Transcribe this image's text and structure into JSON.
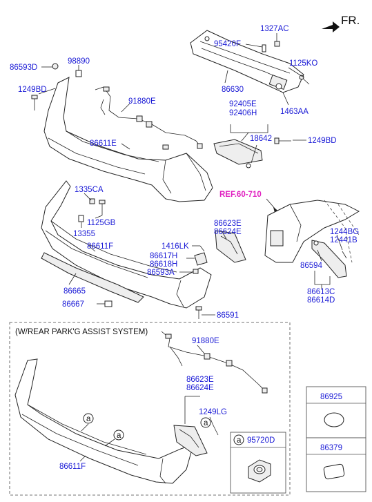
{
  "direction": {
    "label": "FR."
  },
  "section": {
    "caption": "(W/REAR PARK'G ASSIST SYSTEM)"
  },
  "ref": {
    "label": "REF.60-710"
  },
  "legend": {
    "a_symbol": "a",
    "a_part": "95720D"
  },
  "callouts": {
    "c1327AC": "1327AC",
    "c95420F": "95420F",
    "c1125KO": "1125KO",
    "c86630": "86630",
    "c1463AA": "1463AA",
    "c86593D_top": "86593D",
    "c98890": "98890",
    "c1249BD_left": "1249BD",
    "c91880E_top": "91880E",
    "c86611E": "86611E",
    "c92405E": "92405E",
    "c92406H": "92406H",
    "c18642": "18642",
    "c1249BD_right": "1249BD",
    "c1335CA": "1335CA",
    "c1125GB": "1125GB",
    "c13355": "13355",
    "c86611F_top": "86611F",
    "c86623E_top": "86623E",
    "c86624E_top": "86624E",
    "c1416LK": "1416LK",
    "c86617H": "86617H",
    "c86618H": "86618H",
    "c86593A": "86593A",
    "c86665": "86665",
    "c86667": "86667",
    "c86591": "86591",
    "c1244BG": "1244BG",
    "c12441B": "12441B",
    "c86594": "86594",
    "c86613C": "86613C",
    "c86614D": "86614D",
    "c91880E_bottom": "91880E",
    "c86623E_bottom": "86623E",
    "c86624E_bottom": "86624E",
    "c1249LG": "1249LG",
    "c86611F_bottom": "86611F",
    "c86925": "86925",
    "c86379": "86379"
  }
}
